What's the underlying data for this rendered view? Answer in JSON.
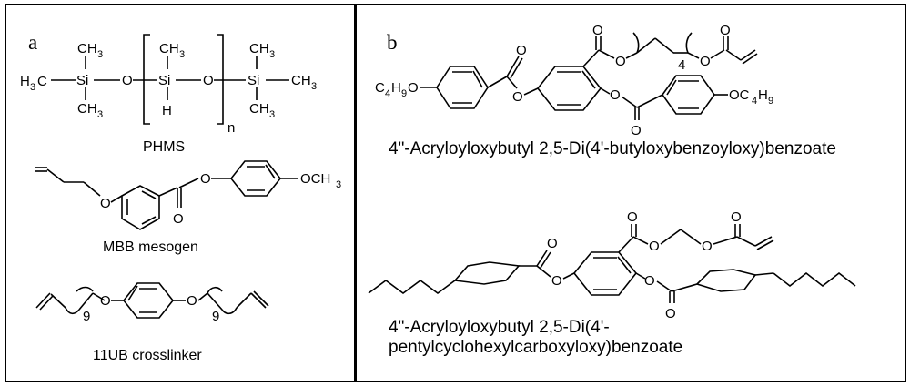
{
  "panel_a": {
    "label": "a",
    "phms": {
      "caption": "PHMS",
      "atoms": {
        "methyl": "CH",
        "methyl_sub": "3",
        "h3c": "H",
        "h3c_sub": "3",
        "h3c_c": "C",
        "si": "Si",
        "o": "O",
        "h": "H",
        "n": "n"
      }
    },
    "mbb": {
      "caption": "MBB mesogen",
      "o": "O",
      "och3": "OCH",
      "och3_sub": "3"
    },
    "ub11": {
      "caption": "11UB crosslinker",
      "o": "O",
      "repeat": "9"
    }
  },
  "panel_b": {
    "label": "b",
    "compound1": {
      "caption": "4\"-Acryloyloxybutyl 2,5-Di(4'-butyloxybenzoyloxy)benzoate",
      "atoms": {
        "c": "C",
        "c_sub": "4",
        "h": "H",
        "h_sub": "9",
        "o": "O",
        "repeat": "4",
        "oc": "OC"
      }
    },
    "compound2": {
      "caption_line1": "4\"-Acryloyloxybutyl 2,5-Di(4'-",
      "caption_line2": "pentylcyclohexylcarboxyloxy)benzoate",
      "atoms": {
        "o": "O"
      }
    }
  }
}
